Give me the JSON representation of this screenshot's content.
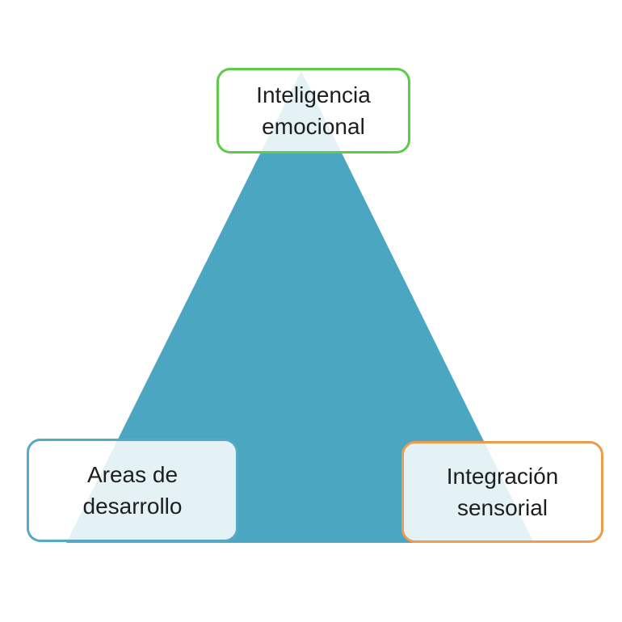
{
  "diagram": {
    "type": "pyramid",
    "triangle_color": "#4BA6C2",
    "text_color": "#1E1E1E",
    "nodes": [
      {
        "id": "inteligencia-emocional",
        "label": "Inteligencia\nemocional",
        "border_color": "#5FC94A",
        "position": "top"
      },
      {
        "id": "areas-de-desarrollo",
        "label": "Areas de\ndesarrollo",
        "border_color": "#54A9C4",
        "position": "bottom-left"
      },
      {
        "id": "integracion-sensorial",
        "label": "Integración\nsensorial",
        "border_color": "#EC9C4F",
        "position": "bottom-right"
      }
    ]
  }
}
